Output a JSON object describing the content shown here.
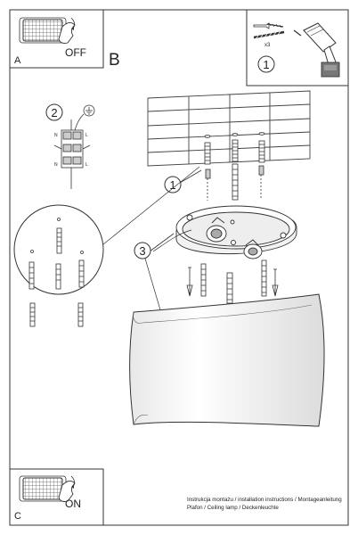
{
  "panels": {
    "a": {
      "letter": "A",
      "caption": "OFF"
    },
    "b": {
      "letter": "B"
    },
    "c": {
      "letter": "C",
      "caption": "ON"
    }
  },
  "kit": {
    "quantity": "x3"
  },
  "steps": [
    "1",
    "2",
    "3"
  ],
  "wiring": {
    "top_left": "N",
    "top_right": "L",
    "bottom_left": "N",
    "bottom_right": "L"
  },
  "footer": {
    "line1": "Instrukcja montażu / installation instructions / Montageanleitung",
    "line2": "Plafon / Ceiling lamp / Deckenleuchte"
  }
}
